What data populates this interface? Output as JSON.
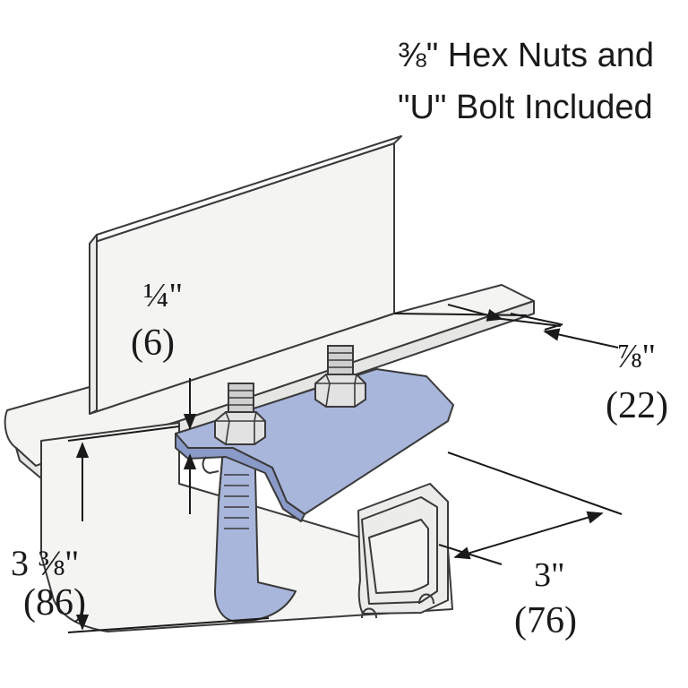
{
  "note": {
    "line1": "⅜\" Hex Nuts and",
    "line2": "\"U\" Bolt Included"
  },
  "dimensions": {
    "thickness_in": "¼\"",
    "thickness_mm": "(6)",
    "flange_in": "⅞\"",
    "flange_mm": "(22)",
    "width_in": "3\"",
    "width_mm": "(76)",
    "height_in": "3 ⅜\"",
    "height_mm": "(86)"
  },
  "colors": {
    "line": "#3a3a3a",
    "steel": "#f4f4f2",
    "clamp": "#a9b6dc",
    "clamp_dark": "#8a9ac8",
    "bolt": "#c9c9c9"
  }
}
